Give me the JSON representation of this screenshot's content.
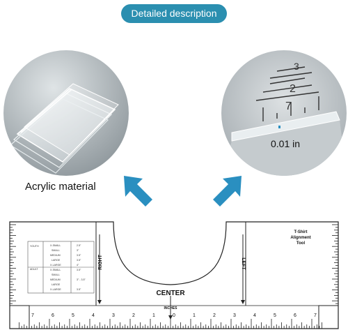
{
  "banner": {
    "title": "Detailed description"
  },
  "left_panel": {
    "caption": "Acrylic material",
    "image": "acrylic-sheets-photo"
  },
  "right_panel": {
    "caption": "0.01 in",
    "image": "ruler-edge-closeup-photo"
  },
  "ruler": {
    "title_line1": "T-Shirt",
    "title_line2": "Alignment",
    "title_line3": "Tool",
    "center_label": "CENTER",
    "right_label": "RIGHT",
    "left_label": "LEFT",
    "inches_label": "INCHES",
    "scale_numbers": [
      "7",
      "6",
      "5",
      "4",
      "3",
      "2",
      "1",
      "0",
      "1",
      "2",
      "3",
      "4",
      "5",
      "6",
      "7"
    ]
  },
  "colors": {
    "accent": "#2b8fb0",
    "arrow": "#2a8fc0"
  }
}
